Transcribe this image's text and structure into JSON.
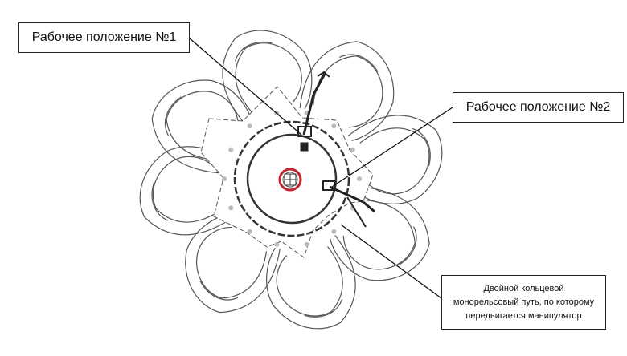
{
  "callouts": {
    "position_1": "Рабочее положение №1",
    "position_2": "Рабочее положение №2",
    "rail_note": {
      "line1": "Двойной кольцевой",
      "line2": "монорельсовый путь, по которому",
      "line3": "передвигается манипулятор"
    }
  },
  "colors": {
    "line": "#333333",
    "outline": "#555555",
    "highlight": "#c0272d",
    "background": "#ffffff"
  }
}
